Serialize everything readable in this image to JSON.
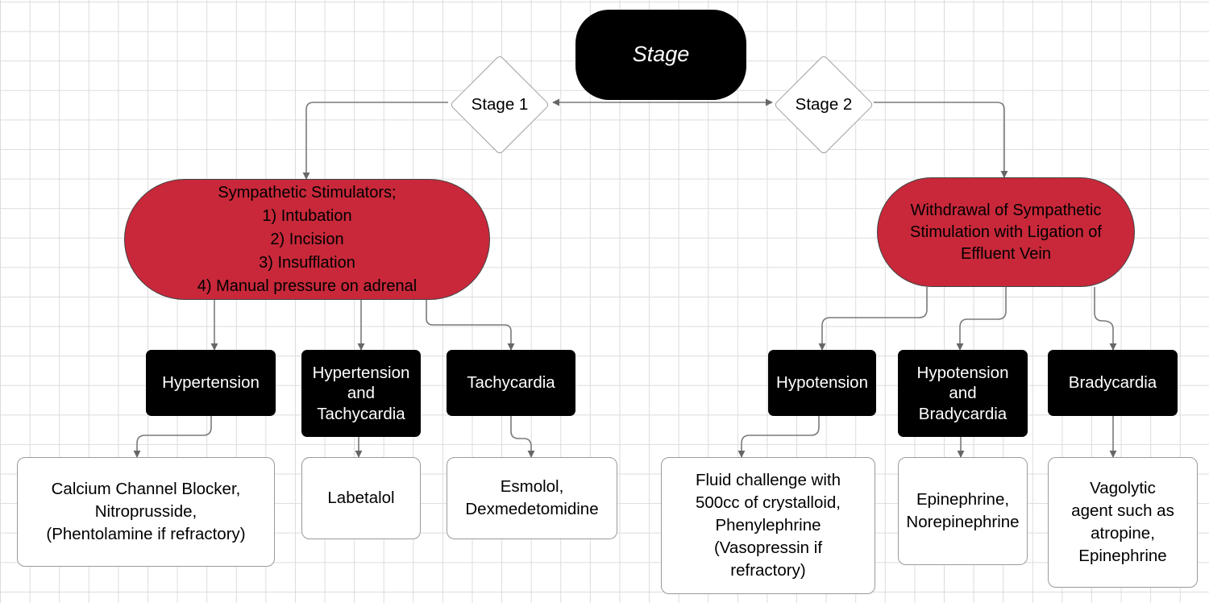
{
  "root": {
    "label": "Stage"
  },
  "stages": [
    {
      "label": "Stage 1"
    },
    {
      "label": "Stage 2"
    }
  ],
  "stage1": {
    "title": "Sympathetic Stimulators;",
    "items": [
      "1) Intubation",
      "2) Incision",
      "3) Insufflation",
      "4) Manual pressure on adrenal"
    ],
    "conditions": [
      {
        "label": "Hypertension",
        "treatment": "Calcium Channel Blocker,\nNitroprusside,\n(Phentolamine if refractory)"
      },
      {
        "label": "Hypertension\nand\nTachycardia",
        "treatment": "Labetalol"
      },
      {
        "label": "Tachycardia",
        "treatment": "Esmolol,\nDexmedetomidine"
      }
    ]
  },
  "stage2": {
    "title": "Withdrawal of Sympathetic\nStimulation with Ligation of\nEffluent Vein",
    "conditions": [
      {
        "label": "Hypotension",
        "treatment": "Fluid challenge with\n500cc of crystalloid,\nPhenylephrine\n(Vasopressin if\nrefractory)"
      },
      {
        "label": "Hypotension\nand\nBradycardia",
        "treatment": "Epinephrine,\nNorepinephrine"
      },
      {
        "label": "Bradycardia",
        "treatment": "Vagolytic\nagent such as\natropine,\nEpinephrine"
      }
    ]
  },
  "colors": {
    "red_node": "#c8283a",
    "black_node": "#000000",
    "connector": "#7a7a7a",
    "grid": "#dcdcdc"
  }
}
